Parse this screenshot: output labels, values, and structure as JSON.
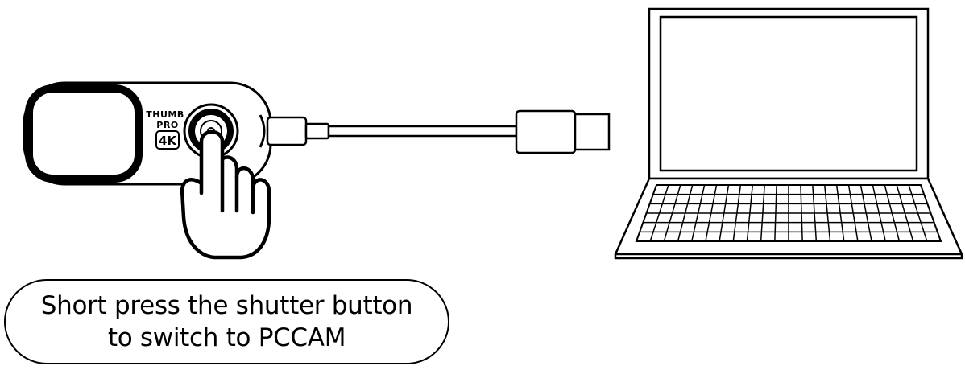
{
  "camera": {
    "brand_line1": "THUMB",
    "brand_line2": "PRO",
    "badge": "4K"
  },
  "instruction": {
    "line1": "Short press the shutter button",
    "line2": "to switch to PCCAM"
  }
}
